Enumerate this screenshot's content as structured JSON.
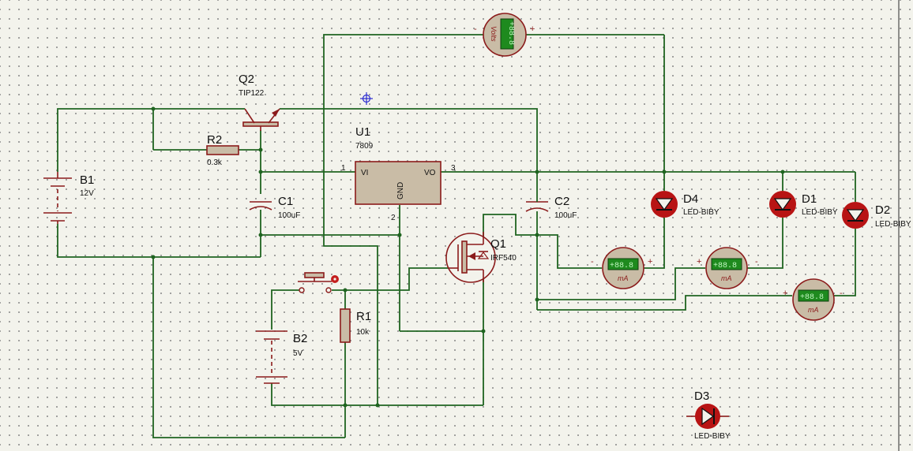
{
  "colors": {
    "wire": "#1f6420",
    "component": "#8b1b1b",
    "body_fill": "#c9bca6",
    "led_fill": "#b81414",
    "lcd": "#1e8a1e",
    "background": "#f3f3ec"
  },
  "components": {
    "B1": {
      "ref": "B1",
      "value": "12V"
    },
    "B2": {
      "ref": "B2",
      "value": "5V"
    },
    "Q2": {
      "ref": "Q2",
      "value": "TIP122"
    },
    "R2": {
      "ref": "R2",
      "value": "0.3k"
    },
    "R1": {
      "ref": "R1",
      "value": "10k"
    },
    "C1": {
      "ref": "C1",
      "value": "100uF"
    },
    "C2": {
      "ref": "C2",
      "value": "100uF"
    },
    "U1": {
      "ref": "U1",
      "value": "7809",
      "pin_vi": "VI",
      "pin_vo": "VO",
      "pin_gnd": "GND",
      "pin1": "1",
      "pin2": "2",
      "pin3": "3"
    },
    "Q1": {
      "ref": "Q1",
      "value": "IRF540"
    },
    "D1": {
      "ref": "D1",
      "value": "LED-BIBY"
    },
    "D2": {
      "ref": "D2",
      "value": "LED-BIBY"
    },
    "D3": {
      "ref": "D3",
      "value": "LED-BIBY"
    },
    "D4": {
      "ref": "D4",
      "value": "LED-BIBY"
    }
  },
  "meters": {
    "voltmeter": {
      "unit": "Volts",
      "display": "+88.8",
      "plus": "+",
      "minus": "-"
    },
    "ammeter1": {
      "unit": "mA",
      "display": "+88.8",
      "plus": "+",
      "minus": "-"
    },
    "ammeter2": {
      "unit": "mA",
      "display": "+88.8",
      "plus": "+",
      "minus": "-"
    },
    "ammeter3": {
      "unit": "mA",
      "display": "+88.8",
      "plus": "+",
      "minus": "-"
    }
  },
  "icons": {
    "cursor": "crosshair-cursor-icon",
    "switch_indicator": "switch-state-icon"
  }
}
